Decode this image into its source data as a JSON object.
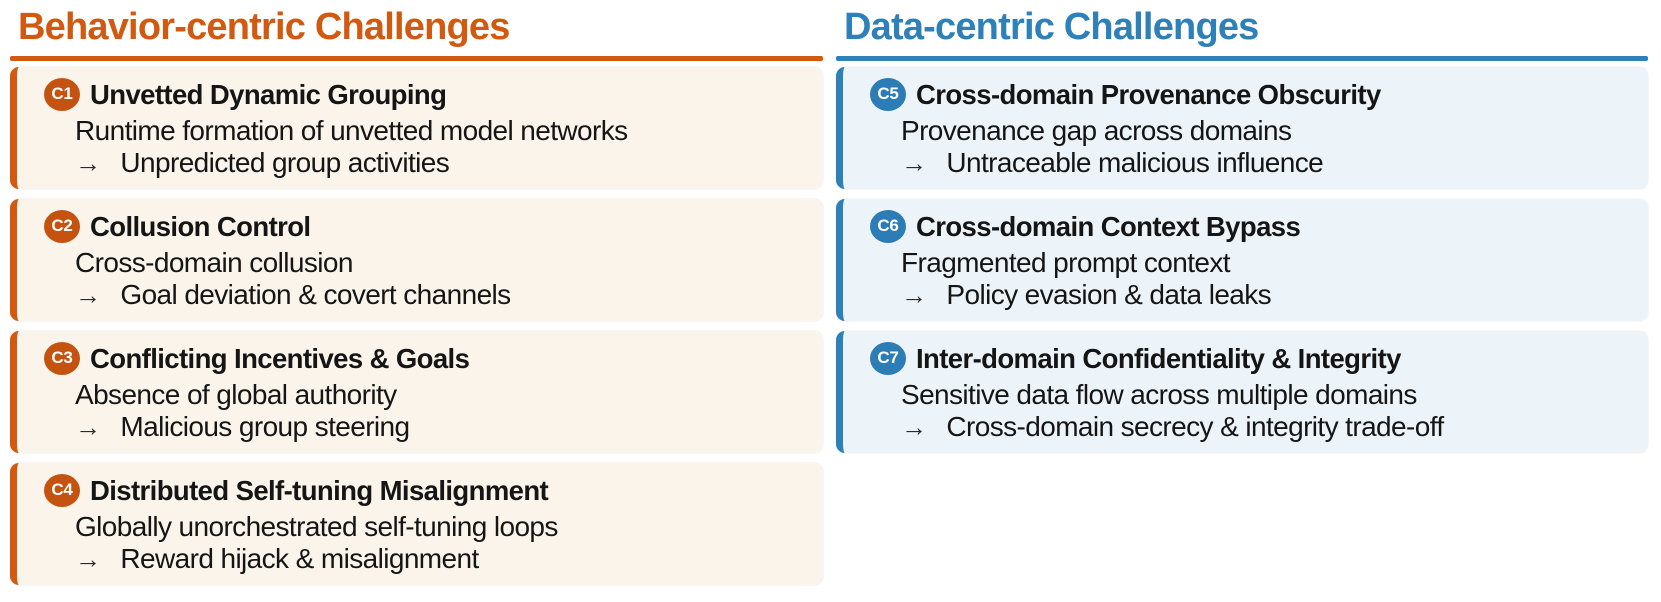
{
  "glyphs": {
    "arrow": "→"
  },
  "columns": [
    {
      "id": "behavior-centric",
      "title": "Behavior-centric Challenges",
      "accent_color": "#D15A10",
      "card_bg_color": "#FAF4EB",
      "cards": [
        {
          "badge": "C1",
          "title": "Unvetted Dynamic Grouping",
          "cause": "Runtime formation of unvetted model networks",
          "effect": "Unpredicted group activities"
        },
        {
          "badge": "C2",
          "title": "Collusion Control",
          "cause": "Cross-domain collusion",
          "effect": "Goal deviation & covert channels"
        },
        {
          "badge": "C3",
          "title": "Conflicting Incentives & Goals",
          "cause": "Absence of global authority",
          "effect": "Malicious group steering"
        },
        {
          "badge": "C4",
          "title": "Distributed Self-tuning Misalignment",
          "cause": "Globally unorchestrated self-tuning loops",
          "effect": "Reward hijack & misalignment"
        }
      ]
    },
    {
      "id": "data-centric",
      "title": "Data-centric Challenges",
      "accent_color": "#2E80B8",
      "card_bg_color": "#EDF4F9",
      "cards": [
        {
          "badge": "C5",
          "title": "Cross-domain Provenance Obscurity",
          "cause": "Provenance gap across domains",
          "effect": "Untraceable malicious influence"
        },
        {
          "badge": "C6",
          "title": "Cross-domain Context Bypass",
          "cause": "Fragmented prompt context",
          "effect": "Policy evasion & data leaks"
        },
        {
          "badge": "C7",
          "title": "Inter-domain Confidentiality & Integrity",
          "cause": "Sensitive data flow across multiple domains",
          "effect": "Cross-domain secrecy & integrity trade-off"
        }
      ]
    }
  ]
}
